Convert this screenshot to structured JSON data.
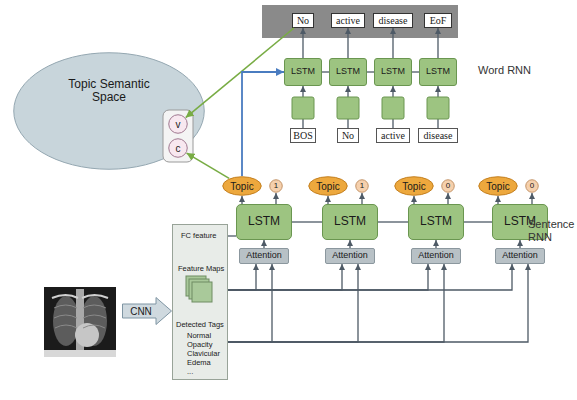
{
  "diagram": {
    "nodes": [
      {
        "text": [
          "No"
        ]
      },
      {
        "text": [
          "active"
        ]
      },
      {
        "text": [
          "disease"
        ]
      },
      {
        "text": [
          "EoF"
        ]
      },
      {
        "text": [
          "LSTM"
        ]
      },
      {
        "text": [
          "LSTM"
        ]
      },
      {
        "text": [
          "LSTM"
        ]
      },
      {
        "text": [
          "LSTM"
        ]
      },
      {
        "text": [
          "BOS"
        ]
      },
      {
        "text": [
          "No"
        ]
      },
      {
        "text": [
          "active"
        ]
      },
      {
        "text": [
          "disease"
        ]
      },
      {
        "text": [
          "Topic Semantic Space"
        ]
      },
      {
        "text": [
          "v"
        ],
        "in": 12
      },
      {
        "text": [
          "c"
        ],
        "in": 12
      },
      {
        "text": [
          "Topic"
        ]
      },
      {
        "text": [
          "1"
        ]
      },
      {
        "text": [
          "Topic"
        ]
      },
      {
        "text": [
          "1"
        ]
      },
      {
        "text": [
          "Topic"
        ]
      },
      {
        "text": [
          "0"
        ]
      },
      {
        "text": [
          "Topic"
        ]
      },
      {
        "text": [
          "0"
        ]
      },
      {
        "text": [
          "LSTM"
        ]
      },
      {
        "text": [
          "LSTM"
        ]
      },
      {
        "text": [
          "LSTM"
        ]
      },
      {
        "text": [
          "LSTM"
        ]
      },
      {
        "text": [
          "Attention"
        ]
      },
      {
        "text": [
          "Attention"
        ]
      },
      {
        "text": [
          "Attention"
        ]
      },
      {
        "text": [
          "Attention"
        ]
      },
      {
        "text": [
          "FC feature",
          "Feature Maps",
          "Detected Tags",
          "Normal",
          "Opacity",
          "Clavicular",
          "Edema",
          "..."
        ]
      },
      {
        "text": [
          "CNN"
        ]
      }
    ],
    "edges": [
      {
        "from": 4,
        "to": 0,
        "arrow": "to"
      },
      {
        "from": 5,
        "to": 1,
        "arrow": "to"
      },
      {
        "from": 6,
        "to": 2,
        "arrow": "to"
      },
      {
        "from": 7,
        "to": 3,
        "arrow": "to"
      },
      {
        "from": 4,
        "to": 5,
        "arrow": "none"
      },
      {
        "from": 5,
        "to": 6,
        "arrow": "none"
      },
      {
        "from": 6,
        "to": 7,
        "arrow": "none"
      },
      {
        "from": 8,
        "to": 4,
        "arrow": "to"
      },
      {
        "from": 9,
        "to": 5,
        "arrow": "to"
      },
      {
        "from": 10,
        "to": 6,
        "arrow": "to"
      },
      {
        "from": 11,
        "to": 7,
        "arrow": "to"
      },
      {
        "from": 0,
        "to": 13,
        "arrow": "to"
      },
      {
        "from": 15,
        "to": 14,
        "arrow": "to"
      },
      {
        "from": 15,
        "to": 4,
        "arrow": "to"
      },
      {
        "from": 23,
        "to": 15,
        "arrow": "to"
      },
      {
        "from": 24,
        "to": 17,
        "arrow": "to"
      },
      {
        "from": 25,
        "to": 19,
        "arrow": "to"
      },
      {
        "from": 26,
        "to": 21,
        "arrow": "to"
      },
      {
        "from": 23,
        "to": 16,
        "arrow": "to"
      },
      {
        "from": 24,
        "to": 18,
        "arrow": "to"
      },
      {
        "from": 25,
        "to": 20,
        "arrow": "to"
      },
      {
        "from": 26,
        "to": 22,
        "arrow": "to"
      },
      {
        "from": 23,
        "to": 24,
        "arrow": "none"
      },
      {
        "from": 24,
        "to": 25,
        "arrow": "none"
      },
      {
        "from": 25,
        "to": 26,
        "arrow": "none"
      },
      {
        "from": 27,
        "to": 23,
        "arrow": "to"
      },
      {
        "from": 28,
        "to": 24,
        "arrow": "to"
      },
      {
        "from": 29,
        "to": 25,
        "arrow": "to"
      },
      {
        "from": 30,
        "to": 26,
        "arrow": "to"
      },
      {
        "from": 31,
        "to": 27,
        "arrow": "to"
      },
      {
        "from": 31,
        "to": 28,
        "arrow": "to"
      },
      {
        "from": 31,
        "to": 29,
        "arrow": "to"
      },
      {
        "from": 31,
        "to": 30,
        "arrow": "to"
      },
      {
        "from": 31,
        "to": 23,
        "arrow": "none"
      }
    ],
    "labels": [
      "Word RNN",
      "Sentence RNN"
    ]
  }
}
